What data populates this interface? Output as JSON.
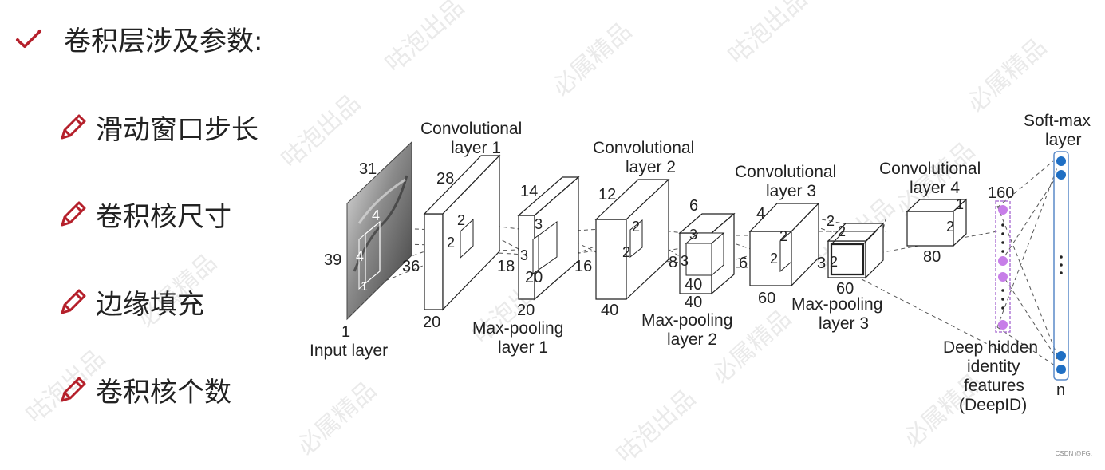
{
  "heading": {
    "text": "卷积层涉及参数:"
  },
  "bullets": [
    "滑动窗口步长",
    "卷积核尺寸",
    "边缘填充",
    "卷积核个数"
  ],
  "watermark": {
    "texts": [
      "咕泡出品",
      "必属精品"
    ]
  },
  "credit": "CSDN @FG.",
  "diagram": {
    "input_layer": {
      "label": "Input layer",
      "depth": "1",
      "width": "31",
      "height": "39",
      "window": "4",
      "stride": "1"
    },
    "conv1": {
      "title_line1": "Convolutional",
      "title_line2": "layer 1",
      "dims": [
        "28",
        "36",
        "20"
      ],
      "kernel": "2"
    },
    "pool1": {
      "title_line1": "Max-pooling",
      "title_line2": "layer 1",
      "dims": [
        "14",
        "18",
        "20"
      ],
      "kernel": "3"
    },
    "conv2": {
      "title_line1": "Convolutional",
      "title_line2": "layer 2",
      "dims": [
        "12",
        "16",
        "40"
      ],
      "kernel": "2"
    },
    "pool2": {
      "title_line1": "Max-pooling",
      "title_line2": "layer 2",
      "dims": [
        "6",
        "8",
        "40"
      ],
      "kernel": "3"
    },
    "conv3": {
      "title_line1": "Convolutional",
      "title_line2": "layer 3",
      "dims": [
        "4",
        "6",
        "60"
      ],
      "kernel": "2"
    },
    "pool3": {
      "title_line1": "Max-pooling",
      "title_line2": "layer 3",
      "dims": [
        "2",
        "3",
        "60"
      ],
      "kernel": "2"
    },
    "conv4": {
      "title_line1": "Convolutional",
      "title_line2": "layer 4",
      "dims": [
        "1",
        "2",
        "80"
      ]
    },
    "deepid": {
      "count": "160",
      "line1": "Deep hidden",
      "line2": "identity",
      "line3": "features",
      "line4": "(DeepID)"
    },
    "softmax": {
      "line1": "Soft-max",
      "line2": "layer",
      "count": "n"
    }
  }
}
